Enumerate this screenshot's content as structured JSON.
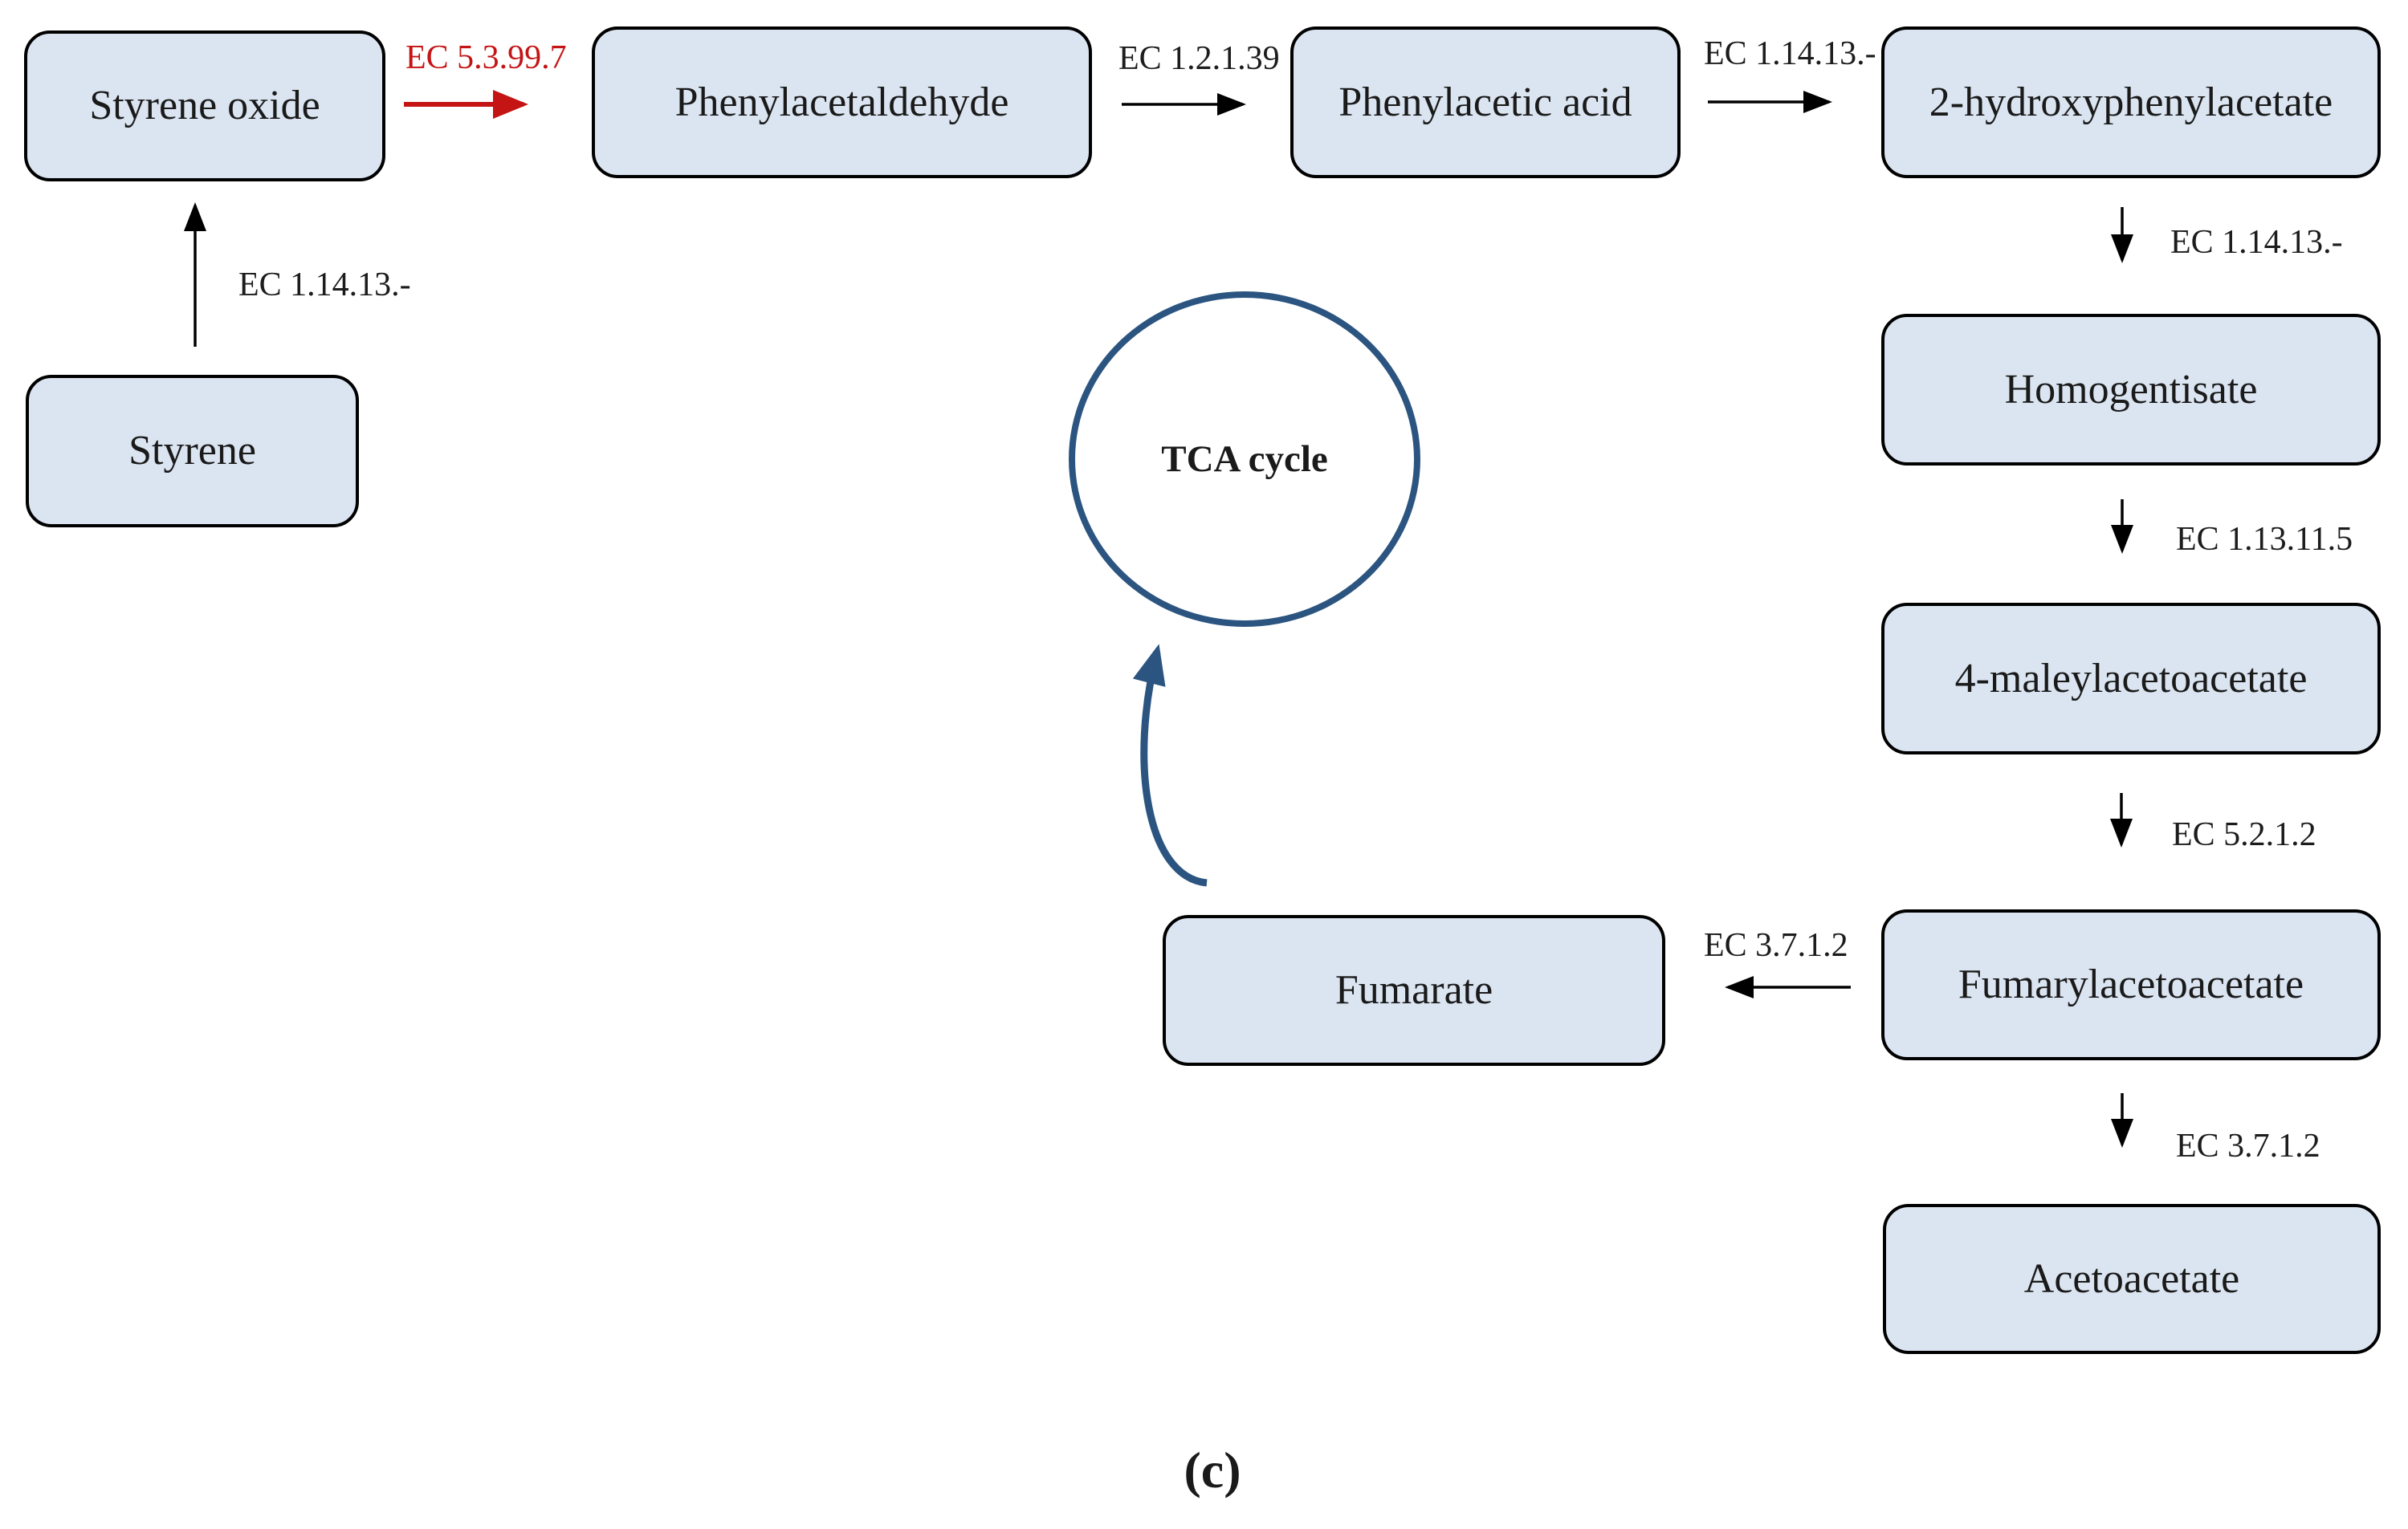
{
  "figure": {
    "panel_label": "(c)",
    "tca_cycle": {
      "label": "TCA cycle"
    },
    "colors": {
      "node_fill": "#dbe5f1",
      "node_border": "#000000",
      "text": "#1a1a1a",
      "highlight_red": "#c41414",
      "tca_blue": "#2b5580"
    },
    "nodes": [
      {
        "id": "styrene-oxide",
        "label": "Styrene oxide"
      },
      {
        "id": "phenylacetaldehyde",
        "label": "Phenylacetaldehyde"
      },
      {
        "id": "phenylacetic-acid",
        "label": "Phenylacetic acid"
      },
      {
        "id": "2-hydroxyphenylacetate",
        "label": "2-hydroxyphenylacetate"
      },
      {
        "id": "homogentisate",
        "label": "Homogentisate"
      },
      {
        "id": "4-maleylacetoacetate",
        "label": "4-maleylacetoacetate"
      },
      {
        "id": "fumarylacetoacetate",
        "label": "Fumarylacetoacetate"
      },
      {
        "id": "acetoacetate",
        "label": "Acetoacetate"
      },
      {
        "id": "fumarate",
        "label": "Fumarate"
      },
      {
        "id": "styrene",
        "label": "Styrene"
      }
    ],
    "edges": [
      {
        "from": "styrene",
        "to": "styrene-oxide",
        "label": "EC 1.14.13.-",
        "color": "black"
      },
      {
        "from": "styrene-oxide",
        "to": "phenylacetaldehyde",
        "label": "EC 5.3.99.7",
        "color": "red"
      },
      {
        "from": "phenylacetaldehyde",
        "to": "phenylacetic-acid",
        "label": "EC 1.2.1.39",
        "color": "black"
      },
      {
        "from": "phenylacetic-acid",
        "to": "2-hydroxyphenylacetate",
        "label": "EC 1.14.13.-",
        "color": "black"
      },
      {
        "from": "2-hydroxyphenylacetate",
        "to": "homogentisate",
        "label": "EC 1.14.13.-",
        "color": "black"
      },
      {
        "from": "homogentisate",
        "to": "4-maleylacetoacetate",
        "label": "EC 1.13.11.5",
        "color": "black"
      },
      {
        "from": "4-maleylacetoacetate",
        "to": "fumarylacetoacetate",
        "label": "EC 5.2.1.2",
        "color": "black"
      },
      {
        "from": "fumarylacetoacetate",
        "to": "fumarate",
        "label": "EC 3.7.1.2",
        "color": "black"
      },
      {
        "from": "fumarylacetoacetate",
        "to": "acetoacetate",
        "label": "EC 3.7.1.2",
        "color": "black"
      },
      {
        "from": "fumarate",
        "to": "tca-cycle",
        "label": "",
        "color": "blue"
      }
    ]
  }
}
